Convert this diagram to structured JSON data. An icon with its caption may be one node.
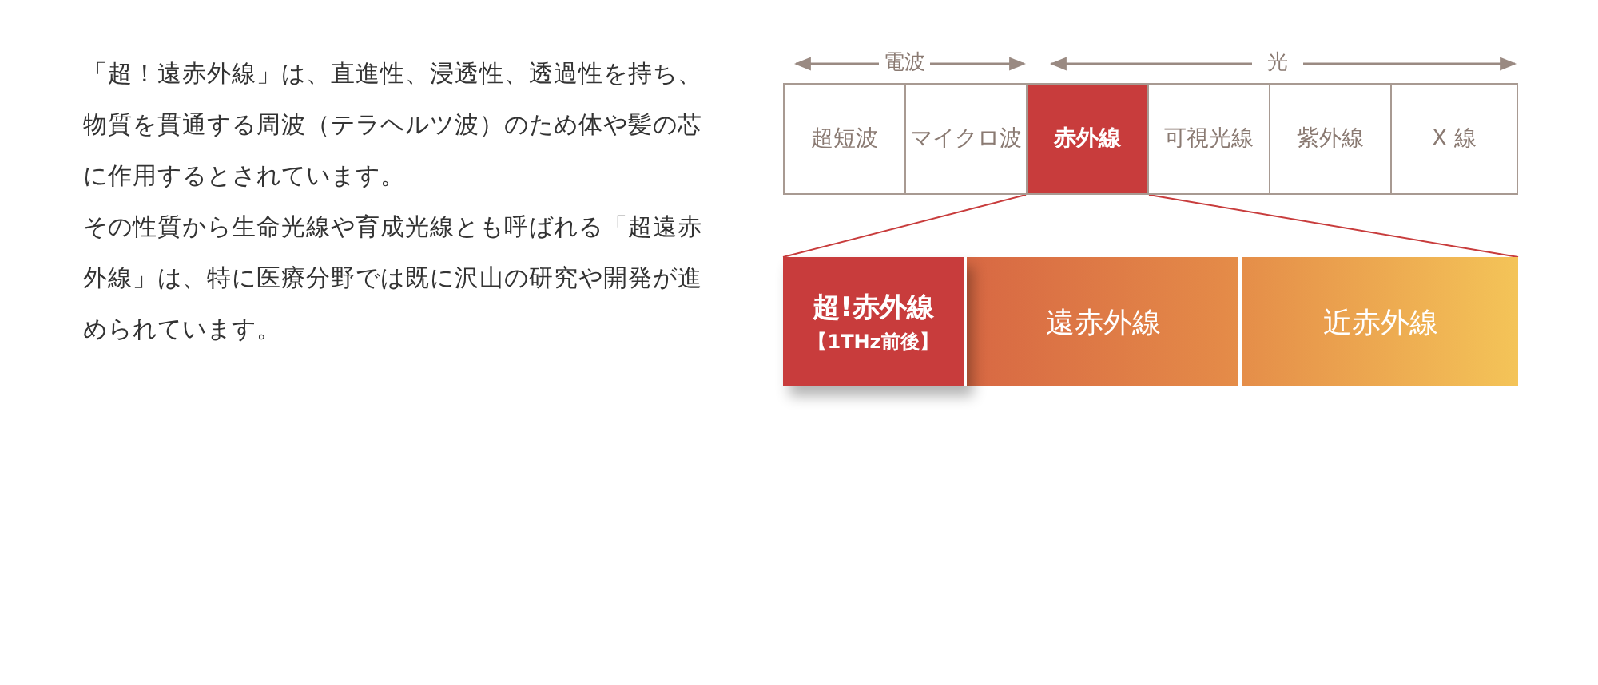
{
  "diagram": {
    "nodes": [
      {
        "text": [
          "超短波"
        ]
      },
      {
        "text": [
          "マイクロ波"
        ]
      },
      {
        "text": [
          "赤外線"
        ]
      },
      {
        "text": [
          "可視光線"
        ]
      },
      {
        "text": [
          "紫外線"
        ]
      },
      {
        "text": [
          "X 線"
        ]
      },
      {
        "text": [],
        "shape": "bar"
      },
      {
        "text": [
          "超!赤外線",
          "【1THz前後】"
        ],
        "in": 6
      },
      {
        "text": [
          "遠赤外線"
        ],
        "in": 6
      },
      {
        "text": [
          "近赤外線"
        ],
        "in": 6
      }
    ],
    "edges": [
      {
        "from": 2,
        "to": 6,
        "arrow": "none",
        "color": "#c83c3c"
      },
      {
        "from": 2,
        "to": 6,
        "arrow": "none",
        "color": "#c83c3c"
      }
    ],
    "labels": [
      "「超！遠赤外線」は、直進性、浸透性、透過性を持ち、物質を貫通する周波（テラヘルツ波）のため体や髪の芯に作用するとされています。",
      "その性質から生命光線や育成光線とも呼ばれる「超遠赤外線」は、特に医療分野では既に沢山の研究や開発が進められています。",
      "電波",
      "光"
    ]
  }
}
